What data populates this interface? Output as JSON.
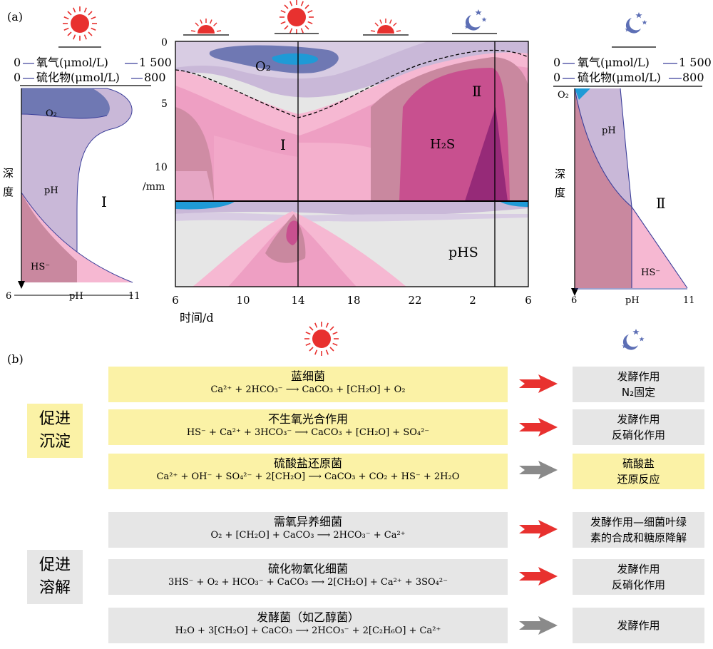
{
  "panel_a": {
    "label": "(a)",
    "left_profile": {
      "oxygen_label": "氧气(μmol/L)",
      "oxygen_min": "0",
      "oxygen_max": "1 500",
      "sulfide_label": "硫化物(μmol/L)",
      "sulfide_min": "0",
      "sulfide_max": "800",
      "depth_label": "深度",
      "region": "I",
      "o2_label": "O₂",
      "ph_label": "pH",
      "hs_label": "HS⁻",
      "ph_axis_min": "6",
      "ph_axis_label": "pH",
      "ph_axis_max": "11"
    },
    "right_profile": {
      "oxygen_label": "氧气(μmol/L)",
      "oxygen_min": "0",
      "oxygen_max": "1 500",
      "sulfide_label": "硫化物(μmol/L)",
      "sulfide_min": "0",
      "sulfide_max": "800",
      "depth_label": "深度",
      "region": "Ⅱ",
      "o2_label": "O₂",
      "ph_label": "pH",
      "hs_label": "HS⁻",
      "ph_axis_min": "6",
      "ph_axis_label": "pH",
      "ph_axis_max": "11"
    },
    "center": {
      "y_ticks": [
        "0",
        "5",
        "10"
      ],
      "y_unit": "/mm",
      "x_ticks": [
        "6",
        "10",
        "14",
        "18",
        "22",
        "2",
        "6"
      ],
      "x_label": "时间/d",
      "labels": {
        "o2": "O₂",
        "region1": "I",
        "region2": "Ⅱ",
        "h2s": "H₂S",
        "phs": "pHS"
      }
    }
  },
  "panel_b": {
    "label": "(b)",
    "groups": [
      {
        "label_line1": "促进",
        "label_line2": "沉淀"
      },
      {
        "label_line1": "促进",
        "label_line2": "溶解"
      }
    ],
    "reactions": [
      {
        "title": "蓝细菌",
        "equation": "Ca²⁺ + 2HCO₃⁻ ⟶ CaCO₃ + [CH₂O] + O₂",
        "arrow": "red",
        "result_line1": "发酵作用",
        "result_line2": "N₂固定"
      },
      {
        "title": "不生氧光合作用",
        "equation": "HS⁻ + Ca²⁺ + 3HCO₃⁻ ⟶ CaCO₃ + [CH₂O] + SO₄²⁻",
        "arrow": "red",
        "result_line1": "发酵作用",
        "result_line2": "反硝化作用"
      },
      {
        "title": "硫酸盐还原菌",
        "equation": "Ca²⁺ + OH⁻ + SO₄²⁻ + 2[CH₂O] ⟶ CaCO₃ + CO₂ + HS⁻ + 2H₂O",
        "arrow": "gray",
        "result_line1": "硫酸盐",
        "result_line2": "还原反应"
      },
      {
        "title": "需氧异养细菌",
        "equation": "O₂ + [CH₂O] + CaCO₃ ⟶ 2HCO₃⁻ + Ca²⁺",
        "arrow": "red",
        "result_line1": "发酵作用—细菌叶绿",
        "result_line2": "素的合成和糖原降解"
      },
      {
        "title": "硫化物氧化细菌",
        "equation": "3HS⁻ + O₂ + HCO₃⁻ + CaCO₃ ⟶ 2[CH₂O] + Ca²⁺ + 3SO₄²⁻",
        "arrow": "red",
        "result_line1": "发酵作用",
        "result_line2": "反硝化作用"
      },
      {
        "title": "发酵菌（如乙醇菌）",
        "equation": "H₂O + 3[CH₂O] + CaCO₃ ⟶ 2HCO₃⁻ + 2[C₂H₆O] + Ca²⁺",
        "arrow": "gray",
        "result_line1": "发酵作用",
        "result_line2": ""
      }
    ]
  },
  "colors": {
    "lavender": "#c9b8d8",
    "slate_blue": "#6f78b3",
    "cyan": "#1f9ad6",
    "pink_light": "#f6b8d2",
    "pink": "#ee8fb8",
    "mauve": "#c9889f",
    "magenta": "#c8508f",
    "purple": "#962a78",
    "grey": "#e6e6e6",
    "yellow_box": "#fbf2a6",
    "red_arrow": "#e8312f",
    "gray_arrow": "#8a8a8a",
    "sun": "#e8312f",
    "moon": "#5d6fb5"
  }
}
